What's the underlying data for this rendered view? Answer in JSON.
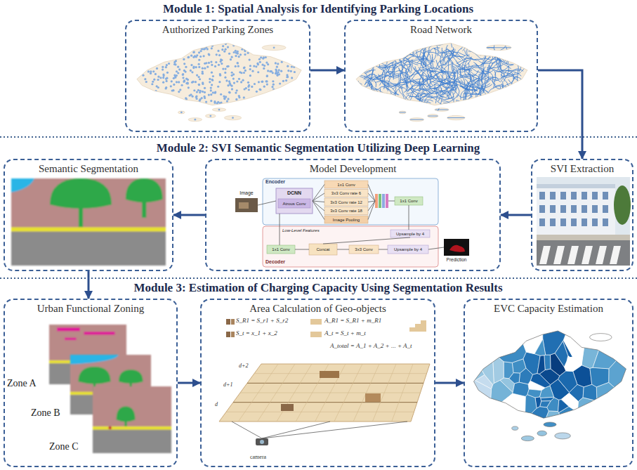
{
  "diagram": {
    "nodes": [
      {
        "text": [
          "Authorized Parking Zones"
        ]
      },
      {
        "text": [
          "Road Network"
        ]
      },
      {
        "text": [
          "Semantic Segmentation"
        ]
      },
      {
        "text": [
          "Model Development"
        ]
      },
      {
        "text": [
          "SVI Extraction"
        ]
      },
      {
        "text": [
          "Urban Functional Zoning"
        ]
      },
      {
        "text": [
          "Area Calculation of Geo-objects"
        ]
      },
      {
        "text": [
          "EVC Capacity Estimation"
        ]
      }
    ],
    "edges": [
      {
        "from": 0,
        "to": 1,
        "arrow": "to"
      },
      {
        "from": 1,
        "to": 4,
        "arrow": "to"
      },
      {
        "from": 4,
        "to": 3,
        "arrow": "to"
      },
      {
        "from": 3,
        "to": 2,
        "arrow": "to"
      },
      {
        "from": 2,
        "to": 5,
        "arrow": "to"
      },
      {
        "from": 5,
        "to": 6,
        "arrow": "to"
      },
      {
        "from": 6,
        "to": 7,
        "arrow": "to"
      }
    ],
    "labels": [
      "Module 1: Spatial Analysis for Identifying Parking Locations",
      "Module 2: SVI Semantic Segmentation Utilizing Deep Learning",
      "Module 3: Estimation of Charging Capacity Using Segmentation Results",
      "Image",
      "Encoder",
      "DCNN",
      "Atrous Conv",
      "1x1 Conv",
      "3x3 Conv rate 6",
      "3x3 Conv rate 12",
      "3x3 Conv rate 18",
      "Image Pooling",
      "1x1 Conv",
      "Low-Level Features",
      "Upsample by 4",
      "1x1 Conv",
      "Concat",
      "3x3 Conv",
      "Upsample by 4",
      "Prediction",
      "Decoder",
      "Zone A",
      "Zone B",
      "Zone C",
      "S_R1 = S_r1 + S_r2",
      "S_t = x_1 + x_2",
      "A_R1 = S_R1 + m_R1",
      "A_t = S_t + m_t",
      "A_total = A_1 + A_2 + ... + A_t",
      "d+2",
      "d+1",
      "d",
      "camera"
    ]
  }
}
